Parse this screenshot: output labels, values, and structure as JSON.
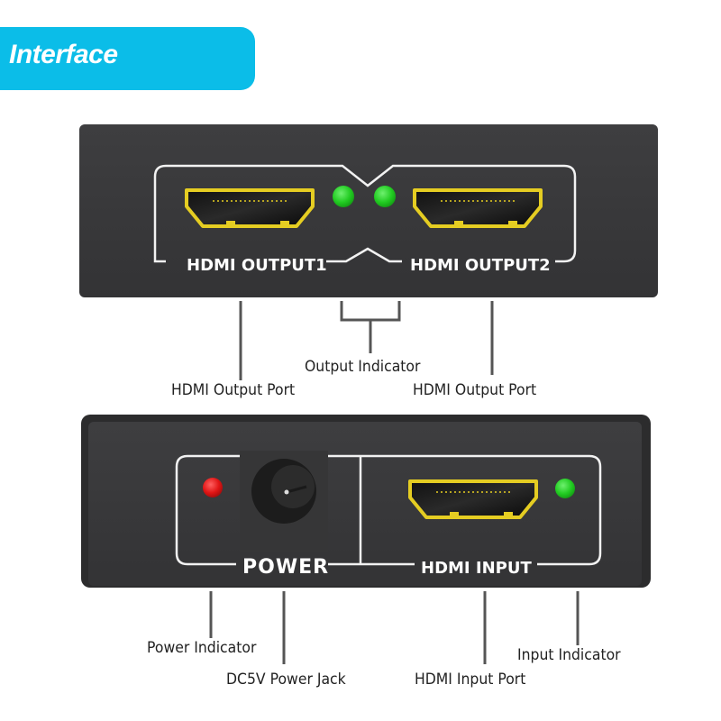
{
  "banner": {
    "title": "Interface"
  },
  "colors": {
    "banner": "#0bbde8",
    "device_body": "#3a3a3b",
    "port_outline": "#e5cd22",
    "led_green": "#22cc22",
    "led_red": "#e01515",
    "callout_line": "#555555"
  },
  "output_panel": {
    "port1_label": "HDMI OUTPUT1",
    "port2_label": "HDMI OUTPUT2",
    "led_count": 2
  },
  "input_panel": {
    "power_label": "POWER",
    "input_label": "HDMI INPUT"
  },
  "callouts": {
    "output_port_left": "HDMI Output Port",
    "output_indicator": "Output Indicator",
    "output_port_right": "HDMI Output Port",
    "power_indicator": "Power Indicator",
    "power_jack": "DC5V Power Jack",
    "input_port": "HDMI Input Port",
    "input_indicator": "Input Indicator"
  }
}
